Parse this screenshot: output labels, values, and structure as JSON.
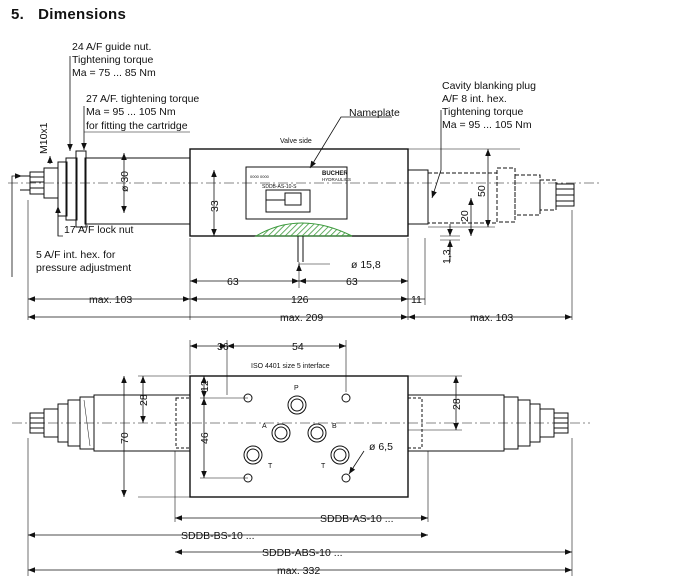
{
  "heading": {
    "number": "5.",
    "title": "Dimensions"
  },
  "top_view": {
    "guide_nut": [
      "24  A/F guide nut.",
      "Tightening torque",
      "Ma = 75 ... 85 Nm"
    ],
    "cartridge": [
      "27 A/F. tightening torque",
      "Ma = 95 ... 105 Nm",
      "for fitting the cartridge"
    ],
    "nameplate": "Nameplate",
    "cavity_plug": [
      "Cavity blanking plug",
      "A/F 8 int. hex.",
      "Tightening torque",
      "Ma = 95 ... 105 Nm"
    ],
    "thread": "M10x1",
    "valve_side": "Valve side",
    "plate_brand": "BUCHER",
    "plate_sub": "HYDRAULICS",
    "plate_model": "SDDB-AS-10-S",
    "plate_small": "0000 0000",
    "lock_nut": "17 A/F lock nut",
    "pressure_adj": [
      "5 A/F int. hex. for",
      "pressure adjustment"
    ],
    "dims": {
      "d30": "ø 30",
      "h33": "33",
      "h50": "50",
      "h20": "20",
      "h13": "1,3",
      "d158": "ø 15,8",
      "w63a": "63",
      "w126": "126",
      "w63b": "63",
      "w11": "11",
      "max103a": "max. 103",
      "max209": "max. 209",
      "max103b": "max. 103"
    }
  },
  "bottom_view": {
    "iso_note": "ISO 4401 size 5 interface",
    "ports": {
      "p": "P",
      "a": "A",
      "b": "B",
      "t1": "T",
      "t2": "T"
    },
    "dims": {
      "w36": "36",
      "w54": "54",
      "h12": "12",
      "h46": "46",
      "h70": "70",
      "h28a": "28",
      "h28b": "28",
      "d65": "ø 6,5",
      "as10": "SDDB-AS-10 ...",
      "bs10": "SDDB-BS-10 ...",
      "abs10": "SDDB-ABS-10 ...",
      "max332": "max. 332"
    }
  }
}
